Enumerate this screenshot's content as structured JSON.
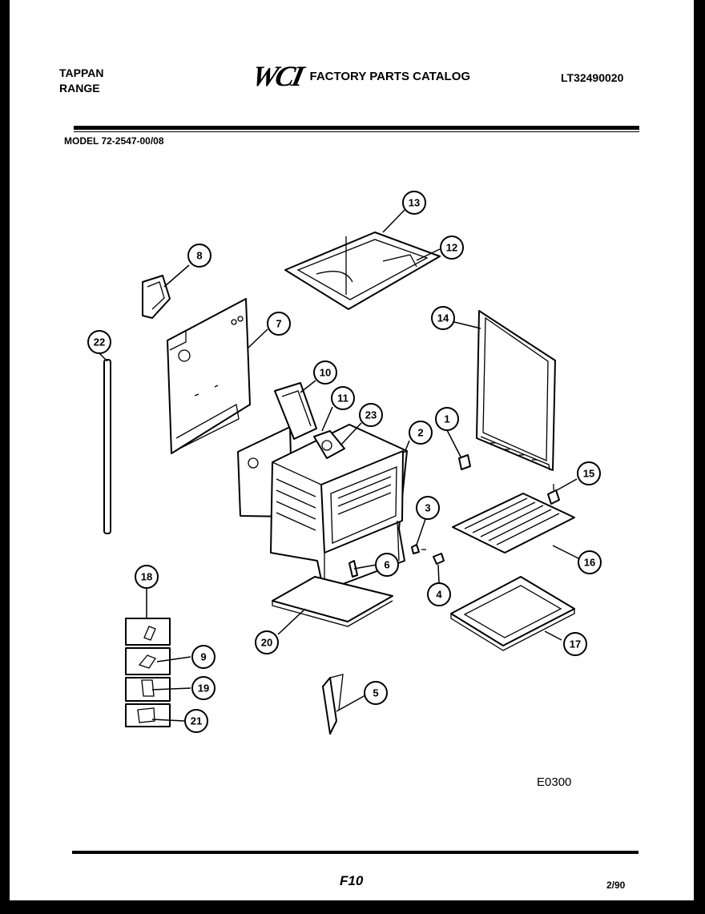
{
  "header": {
    "brand_line1": "TAPPAN",
    "brand_line2": "RANGE",
    "logo_text": "WCI",
    "catalog_title": "FACTORY PARTS CATALOG",
    "document_number": "LT32490020"
  },
  "model_label": "MODEL 72-2547-00/08",
  "diagram_code": "E0300",
  "footer": {
    "page": "F10",
    "date": "2/90"
  },
  "callouts": [
    {
      "key": "1",
      "label": "1"
    },
    {
      "key": "2",
      "label": "2"
    },
    {
      "key": "3",
      "label": "3"
    },
    {
      "key": "4",
      "label": "4"
    },
    {
      "key": "5",
      "label": "5"
    },
    {
      "key": "6",
      "label": "6"
    },
    {
      "key": "7",
      "label": "7"
    },
    {
      "key": "8",
      "label": "8"
    },
    {
      "key": "9",
      "label": "9"
    },
    {
      "key": "10",
      "label": "10"
    },
    {
      "key": "11",
      "label": "11"
    },
    {
      "key": "12",
      "label": "12"
    },
    {
      "key": "13",
      "label": "13"
    },
    {
      "key": "14",
      "label": "14"
    },
    {
      "key": "15",
      "label": "15"
    },
    {
      "key": "16",
      "label": "16"
    },
    {
      "key": "17",
      "label": "17"
    },
    {
      "key": "18",
      "label": "18"
    },
    {
      "key": "19",
      "label": "19"
    },
    {
      "key": "20",
      "label": "20"
    },
    {
      "key": "21",
      "label": "21"
    },
    {
      "key": "22",
      "label": "22"
    },
    {
      "key": "23",
      "label": "23"
    }
  ]
}
